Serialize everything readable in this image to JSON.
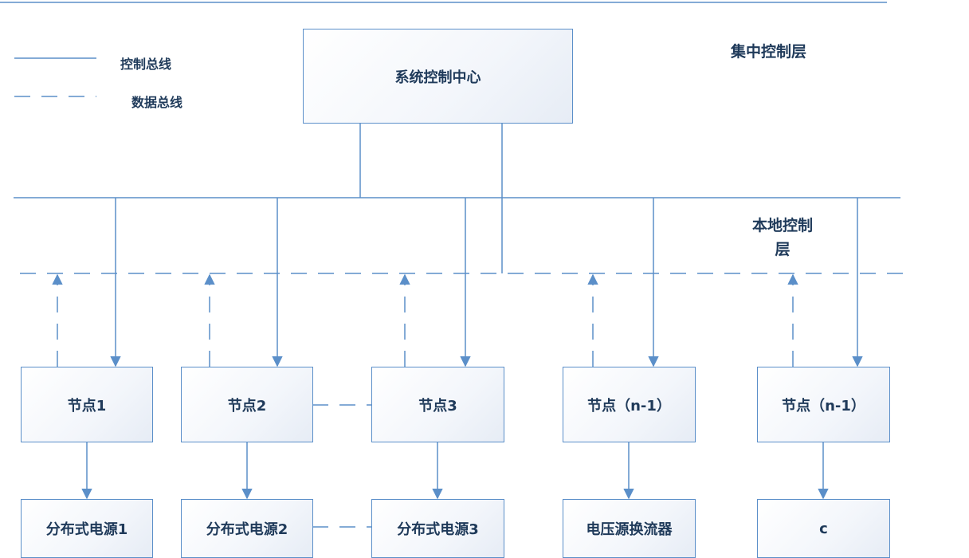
{
  "legend": {
    "control_bus": "控制总线",
    "data_bus": "数据总线"
  },
  "layers": {
    "central": "集中控制层",
    "local_line1": "本地控制",
    "local_line2": "层"
  },
  "control_center": {
    "label": "系统控制中心"
  },
  "nodes": [
    {
      "label": "节点1"
    },
    {
      "label": "节点2"
    },
    {
      "label": "节点3"
    },
    {
      "label": "节点（n-1）"
    },
    {
      "label": "节点（n-1）"
    }
  ],
  "devices": [
    {
      "label": "分布式电源1"
    },
    {
      "label": "分布式电源2"
    },
    {
      "label": "分布式电源3"
    },
    {
      "label": "电压源换流器"
    },
    {
      "label": "c"
    }
  ],
  "colors": {
    "line": "#5b8fc9",
    "text": "#1f3a5a",
    "box_border": "#5b8fc9"
  }
}
